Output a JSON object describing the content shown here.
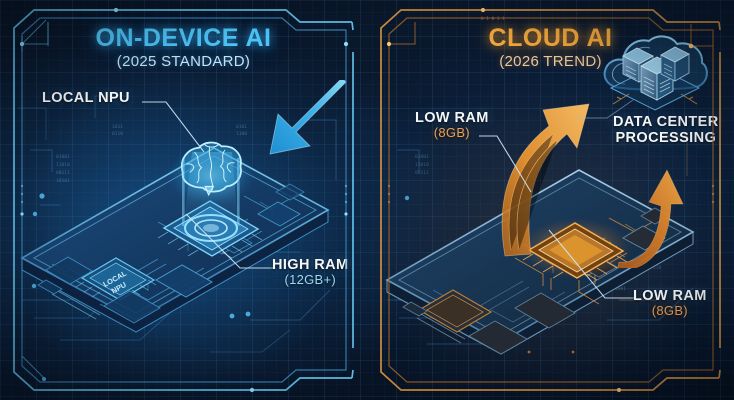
{
  "meta": {
    "type": "comparison-infographic",
    "panels": 2,
    "palette": {
      "background": "#0a1a30",
      "grid": "#5aa0dc",
      "left_accent": "#4cc4f5",
      "left_accent_deep": "#1e7fd0",
      "right_accent": "#f0a63c",
      "right_accent_deep": "#c9701f",
      "label_text": "#f2f7fb",
      "left_sub_text": "#9cd6f2",
      "right_sub_text": "#e7a25c"
    }
  },
  "left_panel": {
    "accent": "#4cc4f5",
    "title": "ON-DEVICE AI",
    "subtitle": "(2025 STANDARD)",
    "labels": [
      {
        "id": "local-npu",
        "line1": "LOCAL NPU",
        "line2": ""
      },
      {
        "id": "high-ram",
        "line1": "HIGH RAM",
        "line2": "(12GB+)"
      }
    ],
    "chip_label": "LOCAL NPU",
    "icons": {
      "hologram": "brain-icon",
      "arrow": "arrow-down-left-icon",
      "device": "smartphone-isometric-icon"
    }
  },
  "right_panel": {
    "accent": "#f0a63c",
    "title": "CLOUD AI",
    "subtitle": "(2026 TREND)",
    "labels": [
      {
        "id": "low-ram-top",
        "line1": "LOW RAM",
        "line2": "(8GB)"
      },
      {
        "id": "data-center",
        "line1": "DATA CENTER",
        "line2": "PROCESSING"
      },
      {
        "id": "low-ram-bottom",
        "line1": "LOW RAM",
        "line2": "(8GB)"
      }
    ],
    "icons": {
      "cloud": "cloud-datacenter-icon",
      "arrow_primary": "curved-arrow-up-icon",
      "arrow_secondary": "curved-arrow-up-icon",
      "device": "smartphone-isometric-icon"
    }
  }
}
